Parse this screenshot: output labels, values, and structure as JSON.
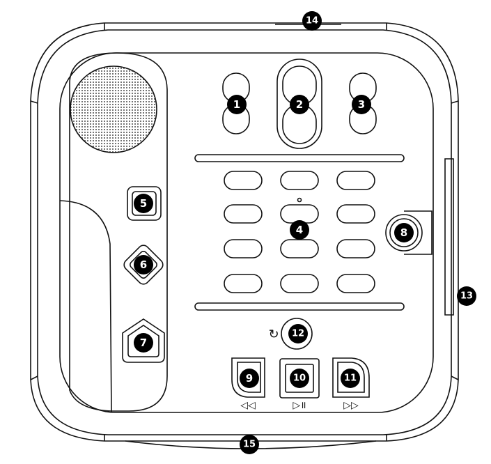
{
  "colors": {
    "line": "#111111",
    "callout_fill": "#000000",
    "callout_text": "#ffffff",
    "background": "#ffffff"
  },
  "callouts": [
    {
      "id": "c1",
      "label": "1"
    },
    {
      "id": "c2",
      "label": "2"
    },
    {
      "id": "c3",
      "label": "3"
    },
    {
      "id": "c4",
      "label": "4"
    },
    {
      "id": "c5",
      "label": "5"
    },
    {
      "id": "c6",
      "label": "6"
    },
    {
      "id": "c7",
      "label": "7"
    },
    {
      "id": "c8",
      "label": "8"
    },
    {
      "id": "c9",
      "label": "9"
    },
    {
      "id": "c10",
      "label": "10"
    },
    {
      "id": "c11",
      "label": "11"
    },
    {
      "id": "c12",
      "label": "12"
    },
    {
      "id": "c13",
      "label": "13"
    },
    {
      "id": "c14",
      "label": "14"
    },
    {
      "id": "c15",
      "label": "15"
    }
  ],
  "symbols": {
    "rewind": "◁◁",
    "play_pause": "▷॥",
    "fast_forward": "▷▷",
    "sleep_timer": "↻"
  },
  "icons": {
    "speaker": "speaker-grille-icon",
    "sleep": "sleep-timer-icon"
  }
}
